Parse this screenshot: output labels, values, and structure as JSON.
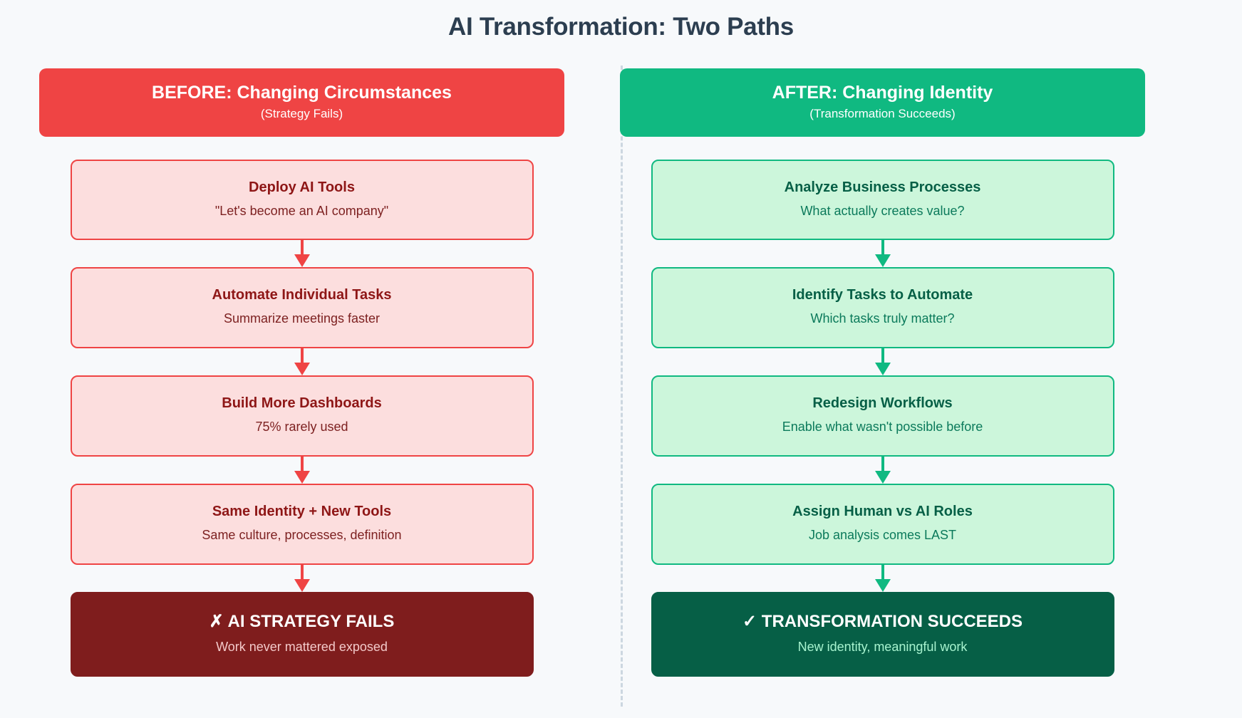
{
  "page": {
    "title": "AI Transformation: Two Paths",
    "background_color": "#f7f9fb",
    "title_color": "#2c3e50"
  },
  "divider": {
    "name": "vertical-dashed-divider",
    "color": "#ccd7e0",
    "style": "dashed"
  },
  "columns": [
    {
      "side": "left",
      "accent_color": "#ef4444",
      "final_color": "#7f1d1d",
      "banner": {
        "title": "BEFORE: Changing Circumstances",
        "subtitle": "(Strategy Fails)"
      },
      "steps": [
        {
          "title": "Deploy AI Tools",
          "subtitle": "\"Let's become an AI company\"",
          "final": false
        },
        {
          "title": "Automate Individual Tasks",
          "subtitle": "Summarize meetings faster",
          "final": false
        },
        {
          "title": "Build More Dashboards",
          "subtitle": "75% rarely used",
          "final": false
        },
        {
          "title": "Same Identity + New Tools",
          "subtitle": "Same culture, processes, definition",
          "final": false
        },
        {
          "title": "✗ AI STRATEGY FAILS",
          "subtitle": "Work never mattered exposed",
          "final": true,
          "icon": "cross-icon"
        }
      ]
    },
    {
      "side": "right",
      "accent_color": "#10b981",
      "final_color": "#065f46",
      "banner": {
        "title": "AFTER: Changing Identity",
        "subtitle": "(Transformation Succeeds)"
      },
      "steps": [
        {
          "title": "Analyze Business Processes",
          "subtitle": "What actually creates value?",
          "final": false
        },
        {
          "title": "Identify Tasks to Automate",
          "subtitle": "Which tasks truly matter?",
          "final": false
        },
        {
          "title": "Redesign Workflows",
          "subtitle": "Enable what wasn't possible before",
          "final": false
        },
        {
          "title": "Assign Human vs AI Roles",
          "subtitle": "Job analysis comes LAST",
          "final": false
        },
        {
          "title": "✓ TRANSFORMATION SUCCEEDS",
          "subtitle": "New identity, meaningful work",
          "final": true,
          "icon": "check-icon"
        }
      ]
    }
  ]
}
